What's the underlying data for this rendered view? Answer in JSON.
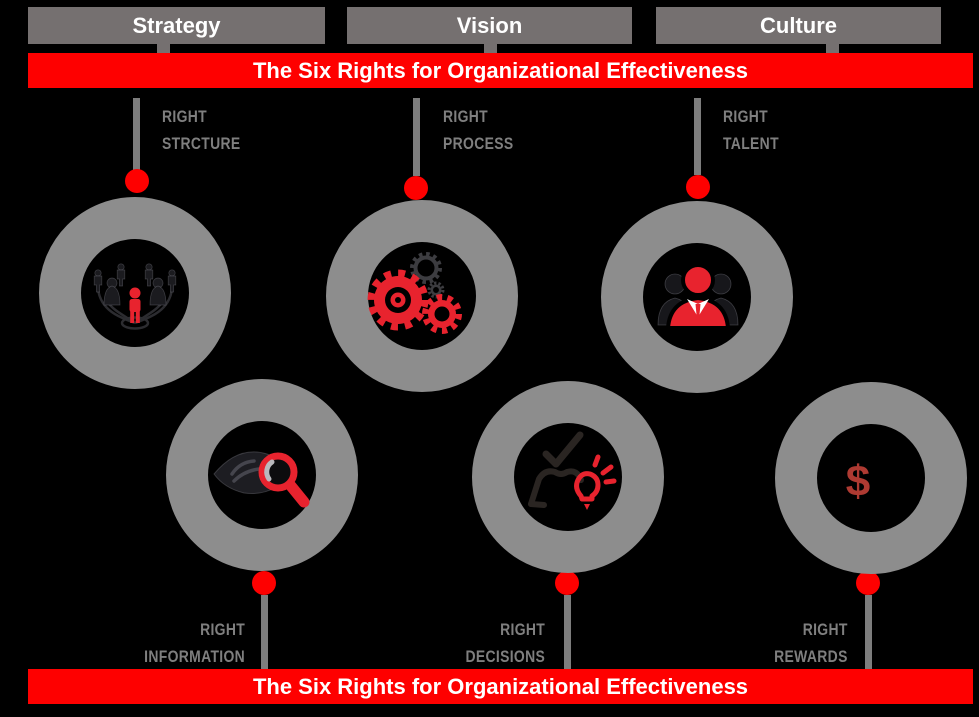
{
  "title_banner": {
    "top_text": "The Six Rights for Organizational Effectiveness",
    "bottom_text": "The Six Rights for Organizational Effectiveness"
  },
  "header_boxes": [
    {
      "label": "Strategy"
    },
    {
      "label": "Vision"
    },
    {
      "label": "Culture"
    }
  ],
  "nodes": [
    {
      "line1": "RIGHT",
      "line2": "STRCTURE",
      "icon": "org-structure-icon"
    },
    {
      "line1": "RIGHT",
      "line2": "PROCESS",
      "icon": "gears-icon"
    },
    {
      "line1": "RIGHT",
      "line2": "TALENT",
      "icon": "team-icon"
    },
    {
      "line1": "RIGHT",
      "line2": "INFORMATION",
      "icon": "eye-magnifier-icon"
    },
    {
      "line1": "RIGHT",
      "line2": "DECISIONS",
      "icon": "decision-check-bulb-icon"
    },
    {
      "line1": "RIGHT",
      "line2": "REWARDS",
      "icon": "dollar-icon",
      "symbol": "$"
    }
  ],
  "colors": {
    "background": "#000000",
    "banner_red": "#fe0000",
    "box_gray": "#757070",
    "ring_gray": "#8d8d8d",
    "connector_gray": "#7d7d7d",
    "label_gray": "#7f7f7f",
    "icon_red": "#e8232e",
    "dollar_red": "#ae3a32",
    "text_white": "#ffffff"
  }
}
